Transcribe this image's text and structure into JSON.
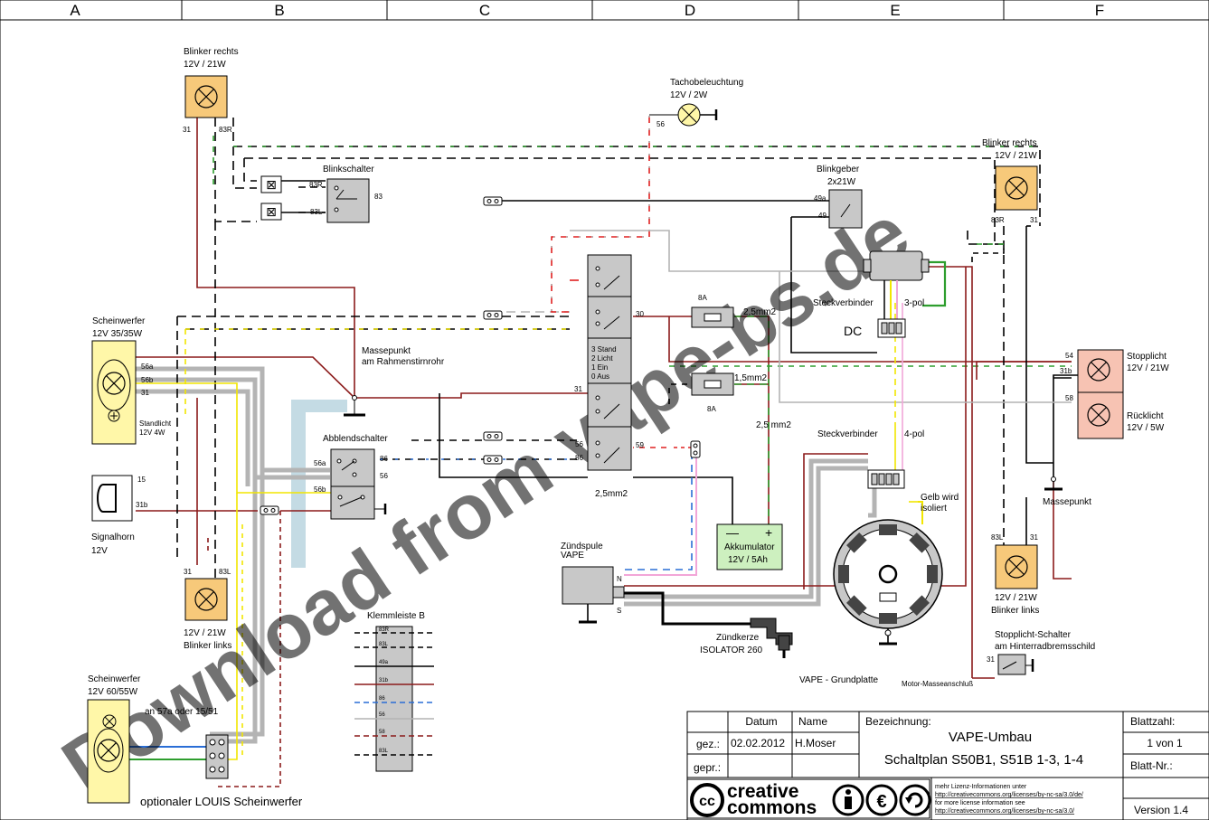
{
  "columns": [
    "A",
    "B",
    "C",
    "D",
    "E",
    "F"
  ],
  "components": {
    "blinker_rechts_top": {
      "title": "Blinker rechts",
      "rating": "12V / 21W",
      "pin_a": "31",
      "pin_b": "83R"
    },
    "blinkschalter": {
      "title": "Blinkschalter",
      "pin_r": "83R",
      "pin_l": "83L",
      "pin_out": "83"
    },
    "tacho": {
      "title": "Tachobeleuchtung",
      "rating": "12V / 2W",
      "pin": "56"
    },
    "blinkgeber": {
      "title": "Blinkgeber",
      "rating": "2x21W",
      "pin_a": "49a",
      "pin_b": "49"
    },
    "blinker_rechts_right": {
      "title": "Blinker rechts",
      "rating": "12V / 21W",
      "pin_a": "83R",
      "pin_b": "31"
    },
    "steckverbinder_3pol": {
      "title": "Steckverbinder",
      "pol": "3-pol",
      "dc": "DC"
    },
    "scheinwerfer": {
      "title": "Scheinwerfer",
      "rating": "12V 35/35W",
      "pins": [
        "56a",
        "56b",
        "31"
      ],
      "standlicht": "Standlicht",
      "standlicht_rating": "12V 4W"
    },
    "masse_rahmen": {
      "line1": "Massepunkt",
      "line2": "am Rahmenstirnrohr"
    },
    "zuendschloss": {
      "states": [
        "3 Stand",
        "2 Licht",
        "1 Ein",
        "0 Aus"
      ],
      "pin30": "30",
      "pin31": "31",
      "pin56": "56",
      "pin86": "86",
      "pin59": "59"
    },
    "fuse1": {
      "rating": "8A",
      "wire": "2,5mm2"
    },
    "fuse2": {
      "rating": "8A",
      "wire": "1,5mm2"
    },
    "wire_25_right": "2,5 mm2",
    "wire_25_bottom": "2,5mm2",
    "stopplicht": {
      "title": "Stopplicht",
      "rating": "12V / 21W",
      "pin_a": "54",
      "pin_b": "31b"
    },
    "ruecklicht": {
      "title": "Rücklicht",
      "rating": "12V / 5W",
      "pin": "58"
    },
    "abblendschalter": {
      "title": "Abblendschalter",
      "pins": [
        "56a",
        "56b",
        "56",
        "86"
      ]
    },
    "steckverbinder_4pol": {
      "title": "Steckverbinder",
      "pol": "4-pol"
    },
    "gelb": {
      "line1": "Gelb wird",
      "line2": "isoliert"
    },
    "massepunkt_right": "Massepunkt",
    "signalhorn": {
      "title": "Signalhorn",
      "rating": "12V",
      "pin_a": "15",
      "pin_b": "31b"
    },
    "akku": {
      "minus": "—",
      "plus": "+",
      "title": "Akkumulator",
      "rating": "12V / 5Ah"
    },
    "zuendspule": {
      "title": "Zündspule",
      "sub": "VAPE",
      "pin_n": "N",
      "pin_s": "S"
    },
    "blinker_links_left": {
      "pin_a": "31",
      "pin_b": "83L",
      "rating": "12V / 21W",
      "title": "Blinker links"
    },
    "blinker_links_right": {
      "pin_a": "83L",
      "pin_b": "31",
      "rating": "12V / 21W",
      "title": "Blinker links"
    },
    "klemmleiste": {
      "title": "Klemmleiste B",
      "rows": [
        "83R",
        "83L",
        "49a",
        "31b",
        "86",
        "56",
        "58",
        "83L"
      ]
    },
    "zuendkerze": {
      "title": "Zündkerze",
      "model": "ISOLATOR 260"
    },
    "vape_grundplatte": "VAPE - Grundplatte",
    "motor_masse": "Motor-Masseanschluß",
    "stopplicht_schalter": {
      "line1": "Stopplicht-Schalter",
      "line2": "am Hinterradbremsschild",
      "pin": "31"
    },
    "scheinwerfer2": {
      "title": "Scheinwerfer",
      "rating": "12V 60/55W",
      "note": "an 57a oder 15/51"
    },
    "louis": "optionaler LOUIS Scheinwerfer"
  },
  "watermark": "Download from vape-bs.de",
  "title_block": {
    "datum_label": "Datum",
    "name_label": "Name",
    "gez_label": "gez.:",
    "gez_date": "02.02.2012",
    "gez_name": "H.Moser",
    "gepr_label": "gepr.:",
    "bezeichnung_label": "Bezeichnung:",
    "title": "VAPE-Umbau",
    "subtitle": "Schaltplan S50B1, S51B 1-3, 1-4",
    "blattzahl_label": "Blattzahl:",
    "blattzahl": "1 von 1",
    "blattnr_label": "Blatt-Nr.:",
    "version": "Version 1.4",
    "cc_line1": "creative",
    "cc_line2": "commons",
    "license_lines": [
      "mehr Lizenz-Informationen unter",
      "http://creativecommons.org/licenses/by-nc-sa/3.0/de/",
      "for more license information see",
      "http://creativecommons.org/licenses/by-nc-sa/3.0/"
    ]
  },
  "colors": {
    "wire_red": "#8b1a1a",
    "wire_green": "#2e9e2e",
    "wire_yellow": "#f2e600",
    "wire_grey": "#a8a8a8",
    "wire_blue": "#2a6ed6",
    "wire_pink": "#f2a6d8",
    "lamp_orange": "#f7c97a",
    "lamp_yellow": "#fff7a8",
    "stop_pink": "#f7c3b3",
    "akku_green": "#cdf0bf",
    "switch_grey": "#c8c8c8"
  }
}
